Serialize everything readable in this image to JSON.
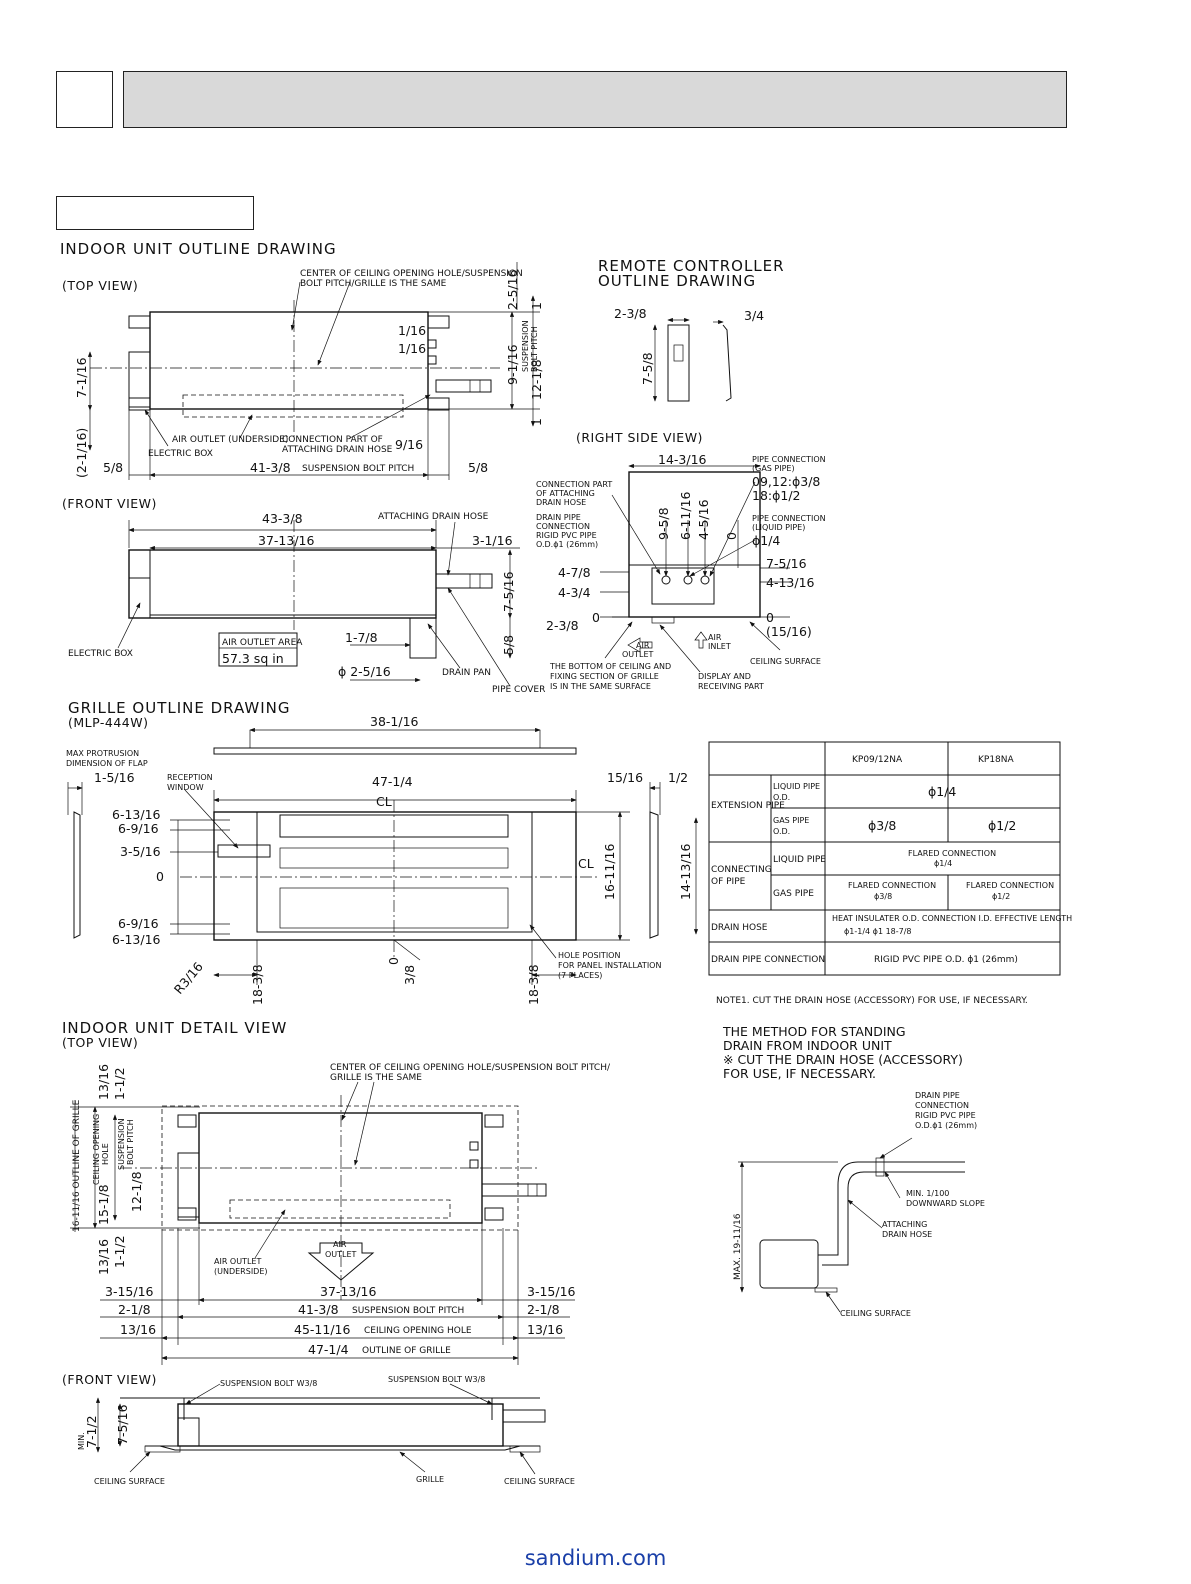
{
  "watermark": "sandium.com",
  "sections": {
    "indoor_outline": "INDOOR UNIT OUTLINE DRAWING",
    "remote": [
      "REMOTE CONTROLLER",
      "OUTLINE DRAWING"
    ],
    "grille": "GRILLE OUTLINE DRAWING",
    "grille_model": "(MLP-444W)",
    "indoor_detail": "INDOOR UNIT DETAIL VIEW"
  },
  "views": {
    "top": "(TOP VIEW)",
    "front": "(FRONT VIEW)",
    "right_side": "(RIGHT SIDE VIEW)"
  },
  "top_view": {
    "center_note": [
      "CENTER OF CEILING OPENING HOLE/SUSPENSION",
      "BOLT PITCH/GRILLE IS THE SAME"
    ],
    "air_outlet": "AIR OUTLET (UNDERSIDE)",
    "connection": [
      "CONNECTION PART OF",
      "ATTACHING DRAIN HOSE"
    ],
    "electric_box": "ELECTRIC BOX",
    "suspension_pitch_v": [
      "SUSPENSION",
      "BOLT PITCH"
    ],
    "dims": {
      "d_2_5_16": "2-5/16",
      "d_1a": "1",
      "d_1_16a": "1/16",
      "d_1_16b": "1/16",
      "d_9_1_16": "9-1/16",
      "d_12_1_8": "12-1/8",
      "d_7_1_16": "7-1/16",
      "d_2_1_16": "(2-1/16)",
      "d_1b": "1",
      "d_9_16": "9/16",
      "d_5_8a": "5/8",
      "d_41_3_8": "41-3/8",
      "pitch_label": "SUSPENSION BOLT PITCH",
      "d_5_8b": "5/8"
    }
  },
  "front_view": {
    "attaching_drain": "ATTACHING DRAIN HOSE",
    "electric_box": "ELECTRIC BOX",
    "air_outlet_area": "AIR OUTLET AREA",
    "area_value": "57.3 sq in",
    "drain_pan": "DRAIN PAN",
    "pipe_cover": "PIPE COVER",
    "dims": {
      "d_43_3_8": "43-3/8",
      "d_37_13_16": "37-13/16",
      "d_3_1_16": "3-1/16",
      "d_7_5_16": "7-5/16",
      "d_5_8": "5/8",
      "d_1_7_8": "1-7/8",
      "d_phi": "ϕ 2-5/16"
    }
  },
  "remote": {
    "d_2_3_8": "2-3/8",
    "d_3_4": "3/4",
    "d_7_5_8": "7-5/8"
  },
  "right_side": {
    "conn_part": [
      "CONNECTION PART",
      "OF ATTACHING",
      "DRAIN HOSE"
    ],
    "drain_pipe": [
      "DRAIN PIPE",
      "CONNECTION",
      "RIGID PVC PIPE",
      "O.D.ϕ1 (26mm)"
    ],
    "pipe_gas": [
      "PIPE CONNECTION",
      "(GAS PIPE)"
    ],
    "gas_sizes": [
      "09,12:ϕ3/8",
      "18:ϕ1/2"
    ],
    "pipe_liquid": [
      "PIPE CONNECTION",
      "(LIQUID PIPE)"
    ],
    "liquid_size": "ϕ1/4",
    "air_outlet": [
      "AIR",
      "OUTLET"
    ],
    "air_inlet": [
      "AIR",
      "INLET"
    ],
    "ceiling_surface": "CEILING SURFACE",
    "bottom_note": [
      "THE BOTTOM OF CEILING AND",
      "FIXING SECTION OF GRILLE",
      "IS IN THE SAME SURFACE"
    ],
    "display": [
      "DISPLAY AND",
      "RECEIVING PART"
    ],
    "dims": {
      "d_14_3_16": "14-3/16",
      "d_9_5_8": "9-5/8",
      "d_6_11_16": "6-11/16",
      "d_4_5_16": "4-5/16",
      "d_0a": "0",
      "d_7_5_16": "7-5/16",
      "d_4_13_16": "4-13/16",
      "d_4_7_8": "4-7/8",
      "d_4_3_4": "4-3/4",
      "d_2_3_8": "2-3/8",
      "d_0b": "0",
      "d_0c": "0",
      "d_15_16": "(15/16)"
    }
  },
  "grille": {
    "max_protrusion": [
      "MAX PROTRUSION",
      "DIMENSION OF FLAP"
    ],
    "reception": [
      "RECEPTION",
      "WINDOW"
    ],
    "cl": "CL",
    "hole_position": [
      "HOLE POSITION",
      "FOR PANEL INSTALLATION",
      "(7 PLACES)"
    ],
    "dims": {
      "d_38_1_16": "38-1/16",
      "d_1_5_16": "1-5/16",
      "d_47_1_4": "47-1/4",
      "d_15_16": "15/16",
      "d_1_2": "1/2",
      "d_6_13_16a": "6-13/16",
      "d_6_9_16a": "6-9/16",
      "d_3_5_16": "3-5/16",
      "d_0": "0",
      "d_6_9_16b": "6-9/16",
      "d_6_13_16b": "6-13/16",
      "d_16_11_16": "16-11/16",
      "d_14_13_16": "14-13/16",
      "d_r3_16": "R3/16",
      "d_18_3_8a": "18-3/8",
      "d_0v": "0",
      "d_3_8": "3/8",
      "d_18_3_8b": "18-3/8"
    }
  },
  "table": {
    "headers": [
      "KP09/12NA",
      "KP18NA"
    ],
    "extension_pipe": "EXTENSION PIPE",
    "liquid_od": [
      "LIQUID PIPE",
      "O.D."
    ],
    "gas_od": [
      "GAS PIPE",
      "O.D."
    ],
    "liquid_val": "ϕ1/4",
    "gas_val_a": "ϕ3/8",
    "gas_val_b": "ϕ1/2",
    "connecting_pipe": [
      "CONNECTING",
      "OF PIPE"
    ],
    "liquid_pipe": "LIQUID PIPE",
    "gas_pipe": "GAS PIPE",
    "flared_liquid": [
      "FLARED CONNECTION",
      "ϕ1/4"
    ],
    "flared_gas_a": [
      "FLARED CONNECTION",
      "ϕ3/8"
    ],
    "flared_gas_b": [
      "FLARED CONNECTION",
      "ϕ1/2"
    ],
    "drain_hose": "DRAIN HOSE",
    "drain_hose_vals": [
      "HEAT INSULATER O.D.   CONNECTION I.D.   EFFECTIVE LENGTH",
      "ϕ1-1/4                  ϕ1                 18-7/8"
    ],
    "drain_pipe_conn": "DRAIN PIPE CONNECTION",
    "drain_pipe_val": "RIGID PVC PIPE O.D. ϕ1 (26mm)",
    "note": "NOTE1. CUT THE DRAIN HOSE (ACCESSORY) FOR USE, IF NECESSARY."
  },
  "standing": {
    "title": [
      "THE METHOD FOR STANDING",
      "DRAIN FROM INDOOR UNIT",
      "※ CUT THE DRAIN HOSE (ACCESSORY)",
      "   FOR USE, IF NECESSARY."
    ],
    "drain_pipe": [
      "DRAIN PIPE",
      "CONNECTION",
      "RIGID PVC PIPE",
      "O.D.ϕ1 (26mm)"
    ],
    "slope": [
      "MIN. 1/100",
      "DOWNWARD SLOPE"
    ],
    "attaching": [
      "ATTACHING",
      "DRAIN HOSE"
    ],
    "max": "MAX. 19-11/16",
    "ceiling": "CEILING SURFACE"
  },
  "detail_top": {
    "center_note": [
      "CENTER OF CEILING OPENING HOLE/SUSPENSION BOLT PITCH/",
      "GRILLE IS THE SAME"
    ],
    "air_outlet": [
      "AIR OUTLET",
      "(UNDERSIDE)"
    ],
    "arrow_label": [
      "AIR",
      "OUTLET"
    ],
    "v_labels": [
      "16-11/16 OUTLINE OF GRILLE",
      "CEILING OPENING",
      "HOLE",
      "SUSPENSION",
      "BOLT PITCH"
    ],
    "dims": {
      "d_13_16a": "13/16",
      "d_1_1_2a": "1-1/2",
      "d_15_1_8": "15-1/8",
      "d_12_1_8": "12-1/8",
      "d_13_16b": "13/16",
      "d_1_1_2b": "1-1/2",
      "d_3_15_16a": "3-15/16",
      "d_37_13_16": "37-13/16",
      "d_3_15_16b": "3-15/16",
      "d_2_1_8a": "2-1/8",
      "d_41_3_8": "41-3/8",
      "l_pitch": "SUSPENSION BOLT PITCH",
      "d_2_1_8b": "2-1/8",
      "d_13_16c": "13/16",
      "d_45_11_16": "45-11/16",
      "l_opening": "CEILING OPENING HOLE",
      "d_13_16d": "13/16",
      "d_47_1_4": "47-1/4",
      "l_outline": "OUTLINE OF GRILLE"
    }
  },
  "detail_front": {
    "bolt_a": "SUSPENSION BOLT W3/8",
    "bolt_b": "SUSPENSION BOLT W3/8",
    "min": "MIN.",
    "d_7_1_2": "7-1/2",
    "d_7_5_16": "7-5/16",
    "ceiling_a": "CEILING SURFACE",
    "grille": "GRILLE",
    "ceiling_b": "CEILING SURFACE"
  }
}
